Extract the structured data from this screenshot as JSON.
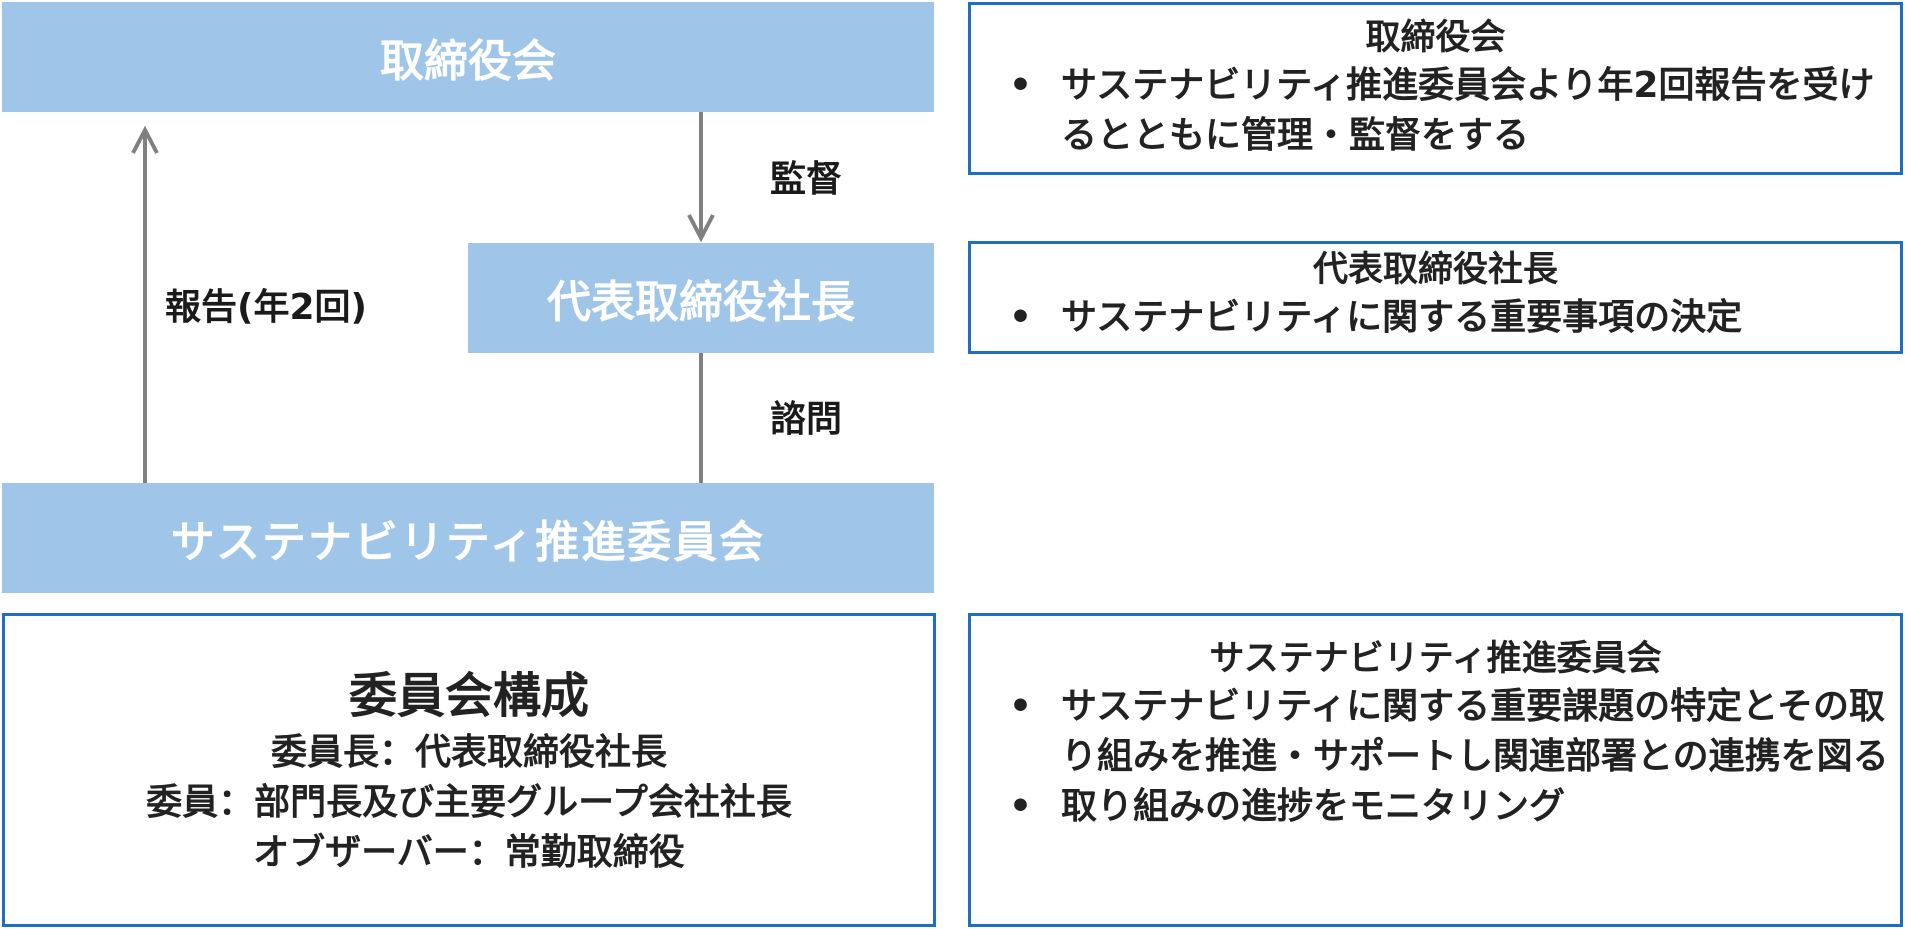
{
  "nodes": {
    "board": "取締役会",
    "ceo": "代表取締役社長",
    "committee": "サステナビリティ推進委員会"
  },
  "edges": {
    "supervision": "監督",
    "advisory": "諮問",
    "report": "報告(年2回)"
  },
  "descriptions": {
    "board": {
      "title": "取締役会",
      "items": [
        "サステナビリティ推進委員会より年2回報告を受けるとともに管理・監督をする"
      ]
    },
    "ceo": {
      "title": "代表取締役社長",
      "items": [
        "サステナビリティに関する重要事項の決定"
      ]
    },
    "committee": {
      "title": "サステナビリティ推進委員会",
      "items": [
        "サステナビリティに関する重要課題の特定とその取り組みを推進・サポートし関連部署との連携を図る",
        "取り組みの進捗をモニタリング"
      ]
    }
  },
  "composition": {
    "title": "委員会構成",
    "chair": "委員長：代表取締役社長",
    "members": "委員：部門長及び主要グループ会社社長",
    "observer": "オブザーバー：常勤取締役"
  },
  "colors": {
    "node_fill": "#9fc5e8",
    "box_border": "#1e6fbf",
    "arrow": "#808080"
  }
}
